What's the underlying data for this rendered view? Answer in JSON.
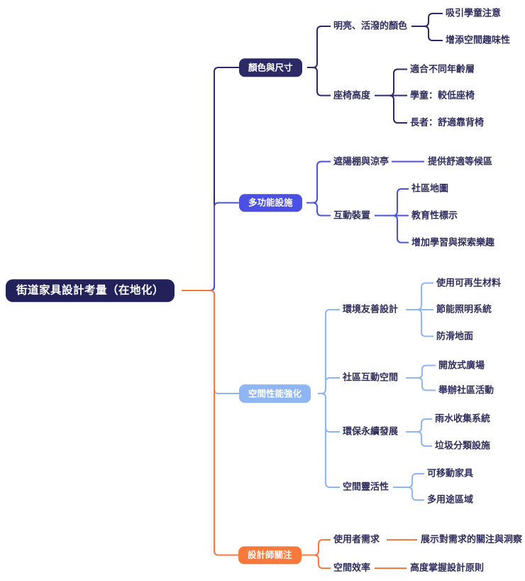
{
  "mindmap": {
    "root": {
      "label": "街道家具設計考量（在地化）"
    },
    "branches": [
      {
        "label": "顏色與尺寸",
        "color": "#2B2966",
        "children": [
          {
            "label": "明亮、活潑的顏色",
            "children": [
              {
                "label": "吸引學童注意"
              },
              {
                "label": "增添空間趣味性"
              }
            ]
          },
          {
            "label": "座椅高度",
            "children": [
              {
                "label": "適合不同年齡層"
              },
              {
                "label": "學童：較低座椅"
              },
              {
                "label": "長者：舒適靠背椅"
              }
            ]
          }
        ]
      },
      {
        "label": "多功能設施",
        "color": "#4B50E2",
        "children": [
          {
            "label": "遮陽棚與涼亭",
            "children": [
              {
                "label": "提供舒適等候區"
              }
            ]
          },
          {
            "label": "互動裝置",
            "children": [
              {
                "label": "社區地圖"
              },
              {
                "label": "教育性標示"
              },
              {
                "label": "增加學習與探索樂趣"
              }
            ]
          }
        ]
      },
      {
        "label": "空間性能強化",
        "color": "#8FB5F2",
        "children": [
          {
            "label": "環境友善設計",
            "children": [
              {
                "label": "使用可再生材料"
              },
              {
                "label": "節能照明系統"
              },
              {
                "label": "防滑地面"
              }
            ]
          },
          {
            "label": "社區互動空間",
            "children": [
              {
                "label": "開放式廣場"
              },
              {
                "label": "舉辦社區活動"
              }
            ]
          },
          {
            "label": "環保永續發展",
            "children": [
              {
                "label": "雨水收集系統"
              },
              {
                "label": "垃圾分類設施"
              }
            ]
          },
          {
            "label": "空間靈活性",
            "children": [
              {
                "label": "可移動家具"
              },
              {
                "label": "多用途區域"
              }
            ]
          }
        ]
      },
      {
        "label": "設計師關注",
        "color": "#F8793B",
        "children": [
          {
            "label": "使用者需求",
            "children": [
              {
                "label": "展示對需求的關注與洞察"
              }
            ]
          },
          {
            "label": "空間效率",
            "children": [
              {
                "label": "高度掌握設計原則"
              }
            ]
          }
        ]
      }
    ],
    "colors": {
      "background": "#FFFFFF",
      "root_bg": "#232159",
      "root_text": "#FFFFFF",
      "branch_1": "#2B2966",
      "branch_2": "#4B50E2",
      "branch_3": "#8FB5F2",
      "branch_4": "#F8793B",
      "node_text": "#2E2D5C"
    }
  }
}
